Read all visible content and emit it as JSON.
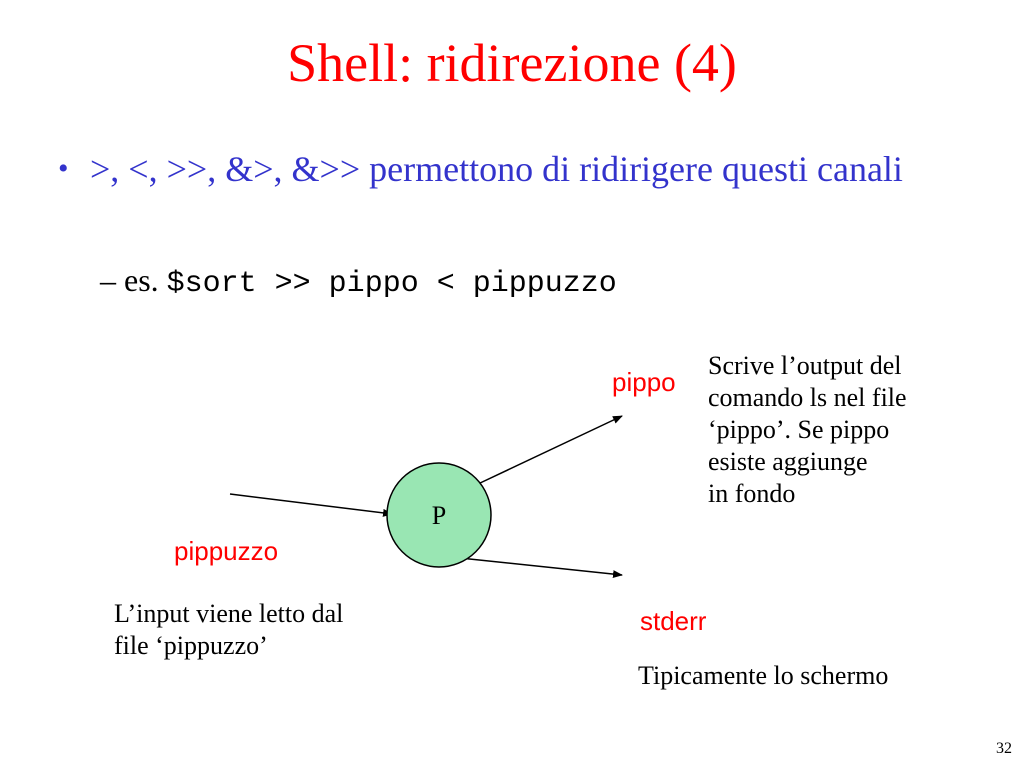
{
  "slide": {
    "title": "Shell: ridirezione (4)",
    "page_number": "32"
  },
  "bullet": {
    "symbol": "•",
    "operators": ">, <, >>, &>, &>>",
    "text": " permettono di ridirigere questi canali"
  },
  "sub_bullet": {
    "dash": "–",
    "prefix": "es. ",
    "command": "$sort >> pippo < pippuzzo"
  },
  "diagram": {
    "process_label": "P",
    "output_file_label": "pippo",
    "input_file_label": "pippuzzo",
    "error_label": "stderr",
    "output_note": [
      "Scrive l’output del",
      "comando ls nel file",
      "‘pippo’. Se pippo",
      "esiste aggiunge",
      "in fondo"
    ],
    "input_note": [
      "L’input viene letto dal",
      "file ‘pippuzzo’"
    ],
    "error_note": "Tipicamente lo schermo"
  },
  "colors": {
    "title": "#ff0000",
    "bullet_text": "#3333cc",
    "labels": "#ff0000",
    "node_fill": "#99e6b3"
  }
}
